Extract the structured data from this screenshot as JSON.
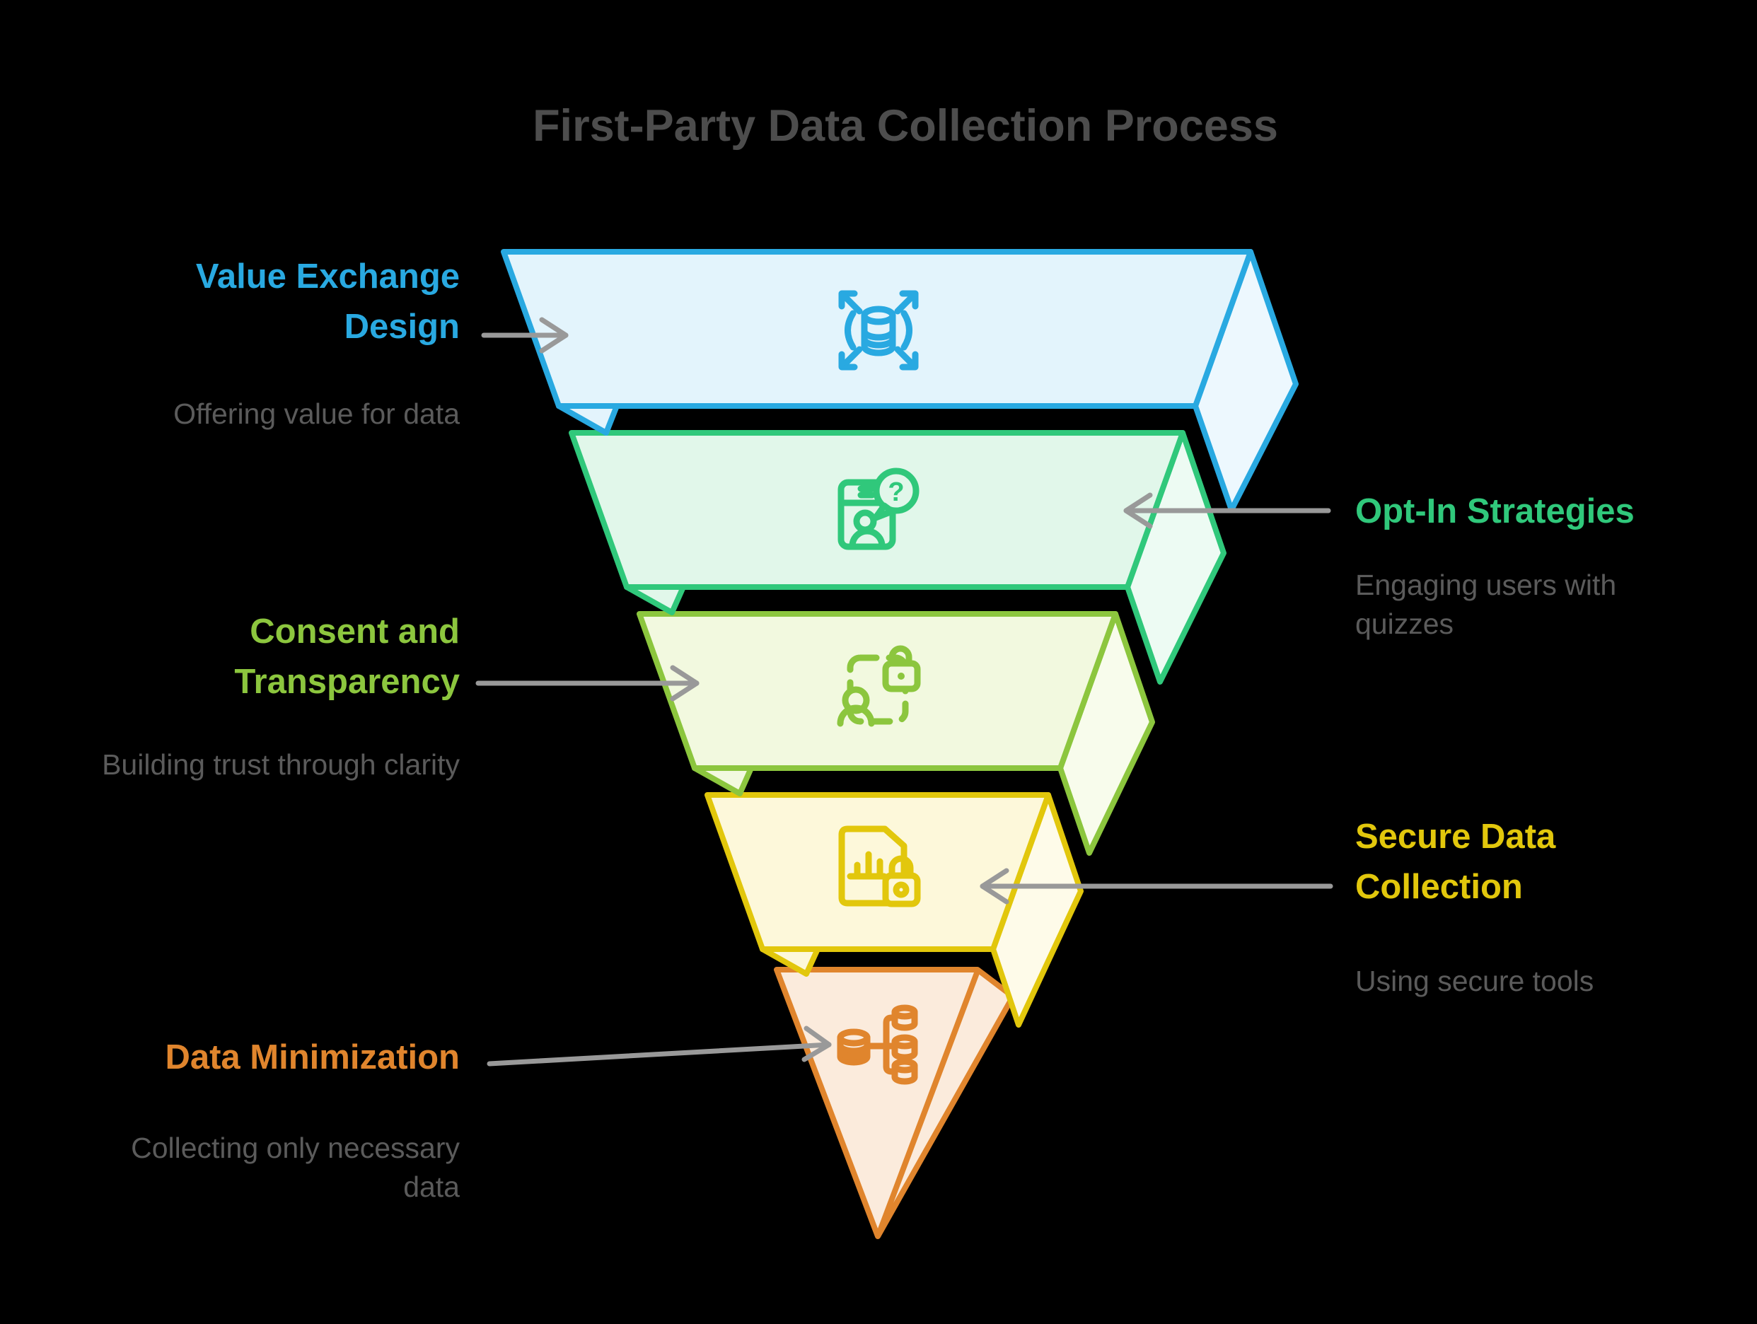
{
  "title": {
    "text": "First-Party Data Collection Process",
    "color": "#4D4D4D"
  },
  "background": "#000000",
  "arrow_color": "#999999",
  "description_color": "#5B5B5B",
  "levels": [
    {
      "name": "value-exchange-design",
      "label": "Value Exchange Design",
      "description": "Offering value for data",
      "label_side": "left",
      "color": "#29A9E1",
      "fill": "#E3F4FC",
      "side_fill": "#EDF8FE",
      "icon": "expand-database-icon"
    },
    {
      "name": "opt-in-strategies",
      "label": "Opt-In Strategies",
      "description": "Engaging users with quizzes",
      "label_side": "right",
      "color": "#30C87B",
      "fill": "#E1F7EA",
      "side_fill": "#EDFBF3",
      "icon": "quiz-question-user-icon",
      "icon_glyph": "?"
    },
    {
      "name": "consent-and-transparency",
      "label": "Consent and Transparency",
      "description": "Building trust through clarity",
      "label_side": "left",
      "color": "#8CC63E",
      "fill": "#F2F9DF",
      "side_fill": "#F8FCEC",
      "icon": "user-privacy-lock-icon"
    },
    {
      "name": "secure-data-collection",
      "label": "Secure Data Collection",
      "description": "Using secure tools",
      "label_side": "right",
      "color": "#E2C70C",
      "fill": "#FDF8DA",
      "side_fill": "#FEFBE9",
      "icon": "secure-report-lock-icon"
    },
    {
      "name": "data-minimization",
      "label": "Data Minimization",
      "description": "Collecting only necessary data",
      "label_side": "left",
      "color": "#E0852D",
      "fill": "#FBEBDC",
      "side_fill": "#FDF2E7",
      "icon": "database-tree-icon"
    }
  ]
}
